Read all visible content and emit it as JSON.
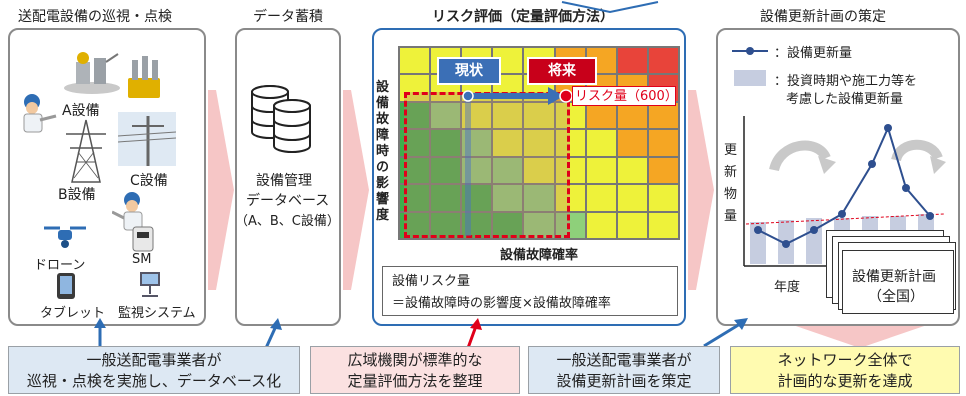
{
  "stages": {
    "s1": "送配電設備の巡視・点検",
    "s2": "データ蓄積",
    "s3": "リスク評価（定量評価方法）",
    "s4": "設備更新計画の策定"
  },
  "inspection": {
    "a_equipment": "A設備",
    "b_equipment": "B設備",
    "c_equipment": "C設備",
    "drone": "ドローン",
    "sm": "SM",
    "tablet": "タブレット",
    "monitoring": "監視システム"
  },
  "database": {
    "line1": "設備管理",
    "line2": "データベース",
    "line3": "（A、B、C設備）"
  },
  "risk": {
    "current_label": "現状",
    "future_label": "将来",
    "risk_amount": "リスク量（600）",
    "y_label": "設備故障時の影響度",
    "x_label": "設備故障確率",
    "formula_line1": "設備リスク量",
    "formula_line2": "＝設備故障時の影響度×設備故障確率"
  },
  "plan": {
    "legend_line": "：設備更新量",
    "legend_bar_1": "：投資時期や施工力等を",
    "legend_bar_2": "考慮した設備更新量",
    "y_label": "更新物量",
    "x_label": "年度",
    "stack_label_1": "設備更新計画",
    "stack_label_2": "（全国）"
  },
  "bottom": {
    "b1_line1": "一般送配電事業者が",
    "b1_line2": "巡視・点検を実施し、データベース化",
    "b2_line1": "広域機関が標準的な",
    "b2_line2": "定量評価方法を整理",
    "b3_line1": "一般送配電事業者が",
    "b3_line2": "設備更新計画を策定",
    "b4_line1": "ネットワーク全体で",
    "b4_line2": "計画的な更新を達成"
  },
  "colors": {
    "accent_blue": "#2e6db4",
    "accent_red": "#e0001a",
    "chevron_pink": "#f6c6c6",
    "bottom_blue": "#dde8f3",
    "bottom_pink": "#fbe1e1",
    "bottom_yellow": "#fffbb0"
  }
}
